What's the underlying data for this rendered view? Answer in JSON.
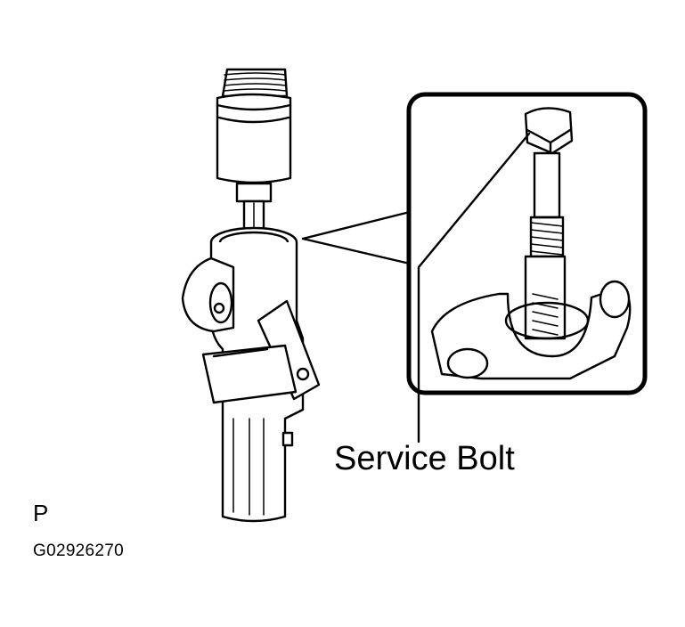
{
  "figure": {
    "callout_label": "Service Bolt",
    "view_marker": "P",
    "figure_code": "G02926270"
  },
  "icons": {
    "main_view": "steering-gear-housing-with-tool",
    "detail_view": "service-bolt-detail"
  }
}
